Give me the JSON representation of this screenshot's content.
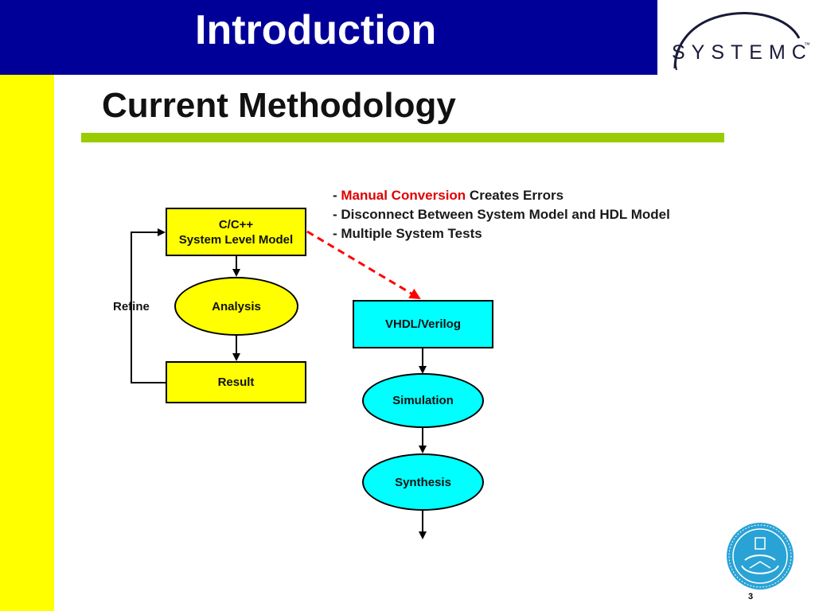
{
  "header": {
    "title": "Introduction"
  },
  "logo": {
    "text": "SYSTEMC",
    "tm": "™"
  },
  "heading": "Current Methodology",
  "bullets": [
    {
      "dash": "- ",
      "highlight": "Manual Conversion",
      "rest": " Creates Errors"
    },
    {
      "dash": "- ",
      "highlight": "",
      "rest": "Disconnect Between System Model and HDL Model"
    },
    {
      "dash": "- ",
      "highlight": "",
      "rest": "Multiple System Tests"
    }
  ],
  "diagram": {
    "model_line1": "C/C++",
    "model_line2": "System Level Model",
    "analysis": "Analysis",
    "result": "Result",
    "refine": "Refine",
    "hdl": "VHDL/Verilog",
    "simulation": "Simulation",
    "synthesis": "Synthesis"
  },
  "page_number": "3",
  "colors": {
    "header_bg": "#000099",
    "left_bar": "#ffff00",
    "heading_rule": "#99cc00",
    "yellow_nodes": "#ffff00",
    "cyan_nodes": "#00ffff",
    "highlight_text": "#e00000",
    "conversion_arrow": "#ff0000"
  }
}
